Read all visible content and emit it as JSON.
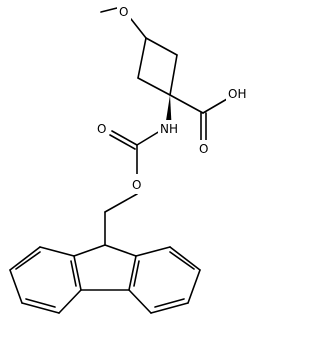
{
  "molecule": {
    "atom_labels": {
      "methoxy_oxygen": "O",
      "acid_hydroxyl": "OH",
      "acid_carbonyl_oxygen": "O",
      "amine": "NH",
      "carbamate_carbonyl_oxygen": "O",
      "carbamate_ester_oxygen": "O"
    },
    "colors": {
      "bond": "#000000",
      "label": "#000000",
      "background": "#ffffff"
    }
  }
}
